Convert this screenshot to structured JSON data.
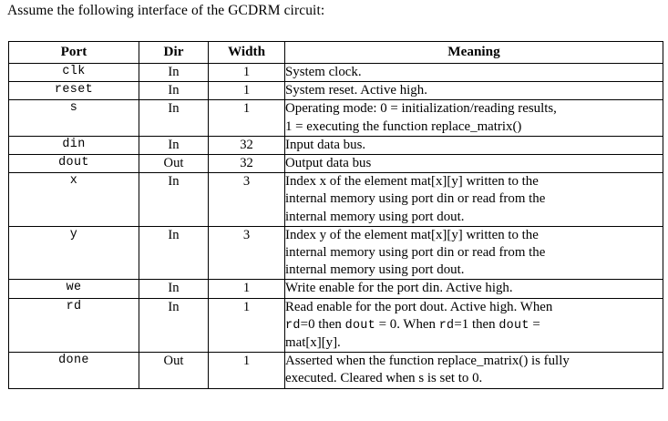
{
  "document": {
    "intro": "Assume the following interface of the GCDRM circuit:",
    "circuit_name": "GCDRM"
  },
  "table": {
    "headers": {
      "port": "Port",
      "dir": "Dir",
      "width": "Width",
      "meaning": "Meaning"
    },
    "rows": [
      {
        "port": "clk",
        "dir": "In",
        "width": "1",
        "meaning_lines": [
          "System clock."
        ]
      },
      {
        "port": "reset",
        "dir": "In",
        "width": "1",
        "meaning_lines": [
          "System reset. Active high."
        ]
      },
      {
        "port": "s",
        "dir": "In",
        "width": "1",
        "meaning_lines": [
          "Operating mode: 0 = initialization/reading results,",
          "1 = executing the function replace_matrix()"
        ]
      },
      {
        "port": "din",
        "dir": "In",
        "width": "32",
        "meaning_lines": [
          "Input data bus."
        ]
      },
      {
        "port": "dout",
        "dir": "Out",
        "width": "32",
        "meaning_lines": [
          "Output data bus"
        ]
      },
      {
        "port": "x",
        "dir": "In",
        "width": "3",
        "meaning_lines": [
          "Index x of the element mat[x][y] written to the",
          "internal memory using port din or read from the",
          "internal memory using port dout."
        ]
      },
      {
        "port": "y",
        "dir": "In",
        "width": "3",
        "meaning_lines": [
          "Index y of the element mat[x][y] written to the",
          "internal memory using port din or read from the",
          "internal memory using port dout."
        ]
      },
      {
        "port": "we",
        "dir": "In",
        "width": "1",
        "meaning_lines": [
          "Write enable for the port din. Active high."
        ]
      },
      {
        "port": "rd",
        "dir": "In",
        "width": "1",
        "meaning_lines": [
          "Read enable for the port dout. Active high. When",
          "rd=0 then dout = 0. When rd=1 then dout =",
          "mat[x][y]."
        ],
        "meaning_rich": [
          [
            {
              "t": "Read enable for the port dout. Active high. When",
              "m": false
            }
          ],
          [
            {
              "t": "rd",
              "m": true
            },
            {
              "t": "=0 then ",
              "m": false
            },
            {
              "t": "dout",
              "m": true
            },
            {
              "t": " = 0. When ",
              "m": false
            },
            {
              "t": "rd",
              "m": true
            },
            {
              "t": "=1 then ",
              "m": false
            },
            {
              "t": "dout",
              "m": true
            },
            {
              "t": " =",
              "m": false
            }
          ],
          [
            {
              "t": "mat[x][y].",
              "m": false
            }
          ]
        ]
      },
      {
        "port": "done",
        "dir": "Out",
        "width": "1",
        "meaning_lines": [
          "Asserted when the function replace_matrix() is fully",
          "executed. Cleared when s is set to 0."
        ]
      }
    ]
  }
}
